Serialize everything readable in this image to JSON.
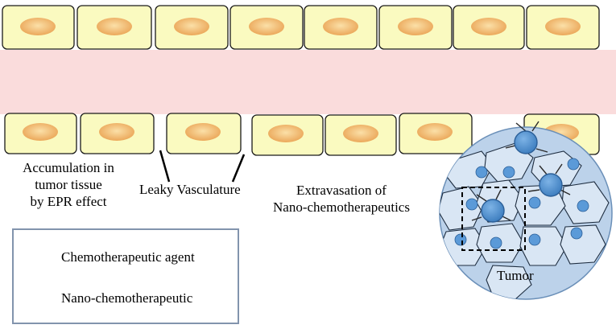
{
  "labels": {
    "accumulation": [
      "Accumulation in",
      "tumor tissue",
      "by EPR effect"
    ],
    "leaky_vasculature": "Leaky Vasculature",
    "extravasation": [
      "Extravasation of",
      "Nano-chemotherapeutics"
    ],
    "tumor": "Tumor"
  },
  "legend": {
    "items": [
      {
        "label": "Chemotherapeutic agent",
        "icon": "blue-dot-icon"
      },
      {
        "label": "Nano-chemotherapeutic",
        "icon": "nanoparticle-icon"
      }
    ]
  },
  "colors": {
    "cell_fill": "#fafac0",
    "nucleus": "#f0b868",
    "vessel_lumen": "#fadcdc",
    "tumor_bg": "#bcd2ea",
    "agent": "#4f8fd0",
    "legend_border": "#8294ad"
  }
}
